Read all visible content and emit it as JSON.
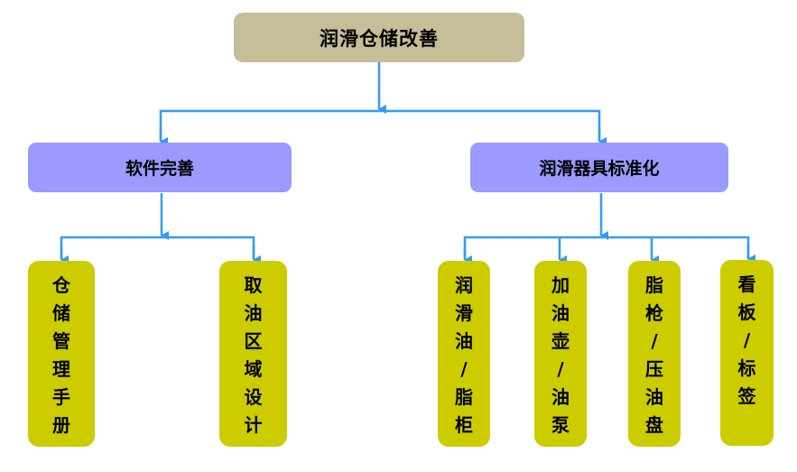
{
  "colors": {
    "root": "#C6BE98",
    "level2": "#9A9AFF",
    "leaf": "#CCCC00",
    "connector": "#3399FF"
  },
  "root": {
    "label": "润滑仓储改善"
  },
  "level2": [
    {
      "label": "软件完善"
    },
    {
      "label": "润滑器具标准化"
    }
  ],
  "leaves": [
    {
      "parent": "软件完善",
      "chars": [
        "仓",
        "储",
        "管",
        "理",
        "手",
        "册"
      ]
    },
    {
      "parent": "软件完善",
      "chars": [
        "取",
        "油",
        "区",
        "域",
        "设",
        "计"
      ]
    },
    {
      "parent": "润滑器具标准化",
      "chars": [
        "润",
        "滑",
        "油",
        "/",
        "脂",
        "柜"
      ]
    },
    {
      "parent": "润滑器具标准化",
      "chars": [
        "加",
        "油",
        "壶",
        "/",
        "油",
        "泵"
      ]
    },
    {
      "parent": "润滑器具标准化",
      "chars": [
        "脂",
        "枪",
        "/",
        "压",
        "油",
        "盘"
      ]
    },
    {
      "parent": "润滑器具标准化",
      "chars": [
        "看",
        "板",
        "/",
        "标",
        "签"
      ]
    }
  ]
}
